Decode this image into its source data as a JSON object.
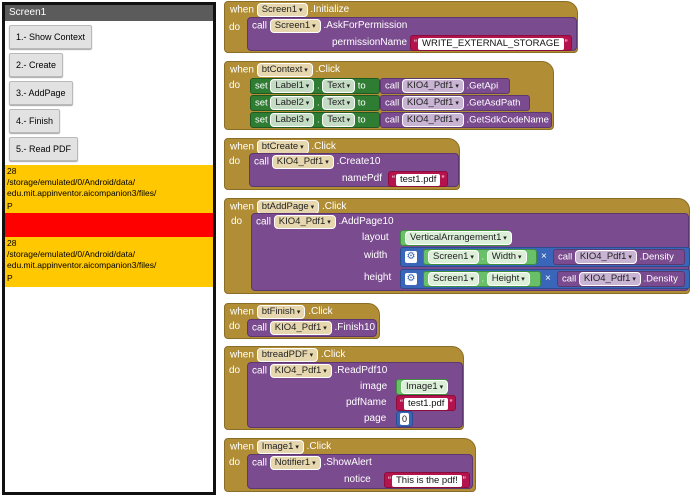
{
  "phone": {
    "screen_title": "Screen1",
    "buttons": [
      "1.- Show Context",
      "2.- Create",
      "3.- AddPage",
      "4.- Finish",
      "5.- Read PDF"
    ],
    "label1_lines": [
      "28",
      "/storage/emulated/0/Android/data/",
      "edu.mit.appinventor.aicompanion3/files/",
      "P"
    ],
    "label2_lines": [
      "28",
      "/storage/emulated/0/Android/data/",
      "edu.mit.appinventor.aicompanion3/files/",
      "P"
    ]
  },
  "kw": {
    "when": "when",
    "do": "do",
    "call": "call",
    "set": "set",
    "to": "to"
  },
  "blocks": {
    "b1": {
      "component": "Screen1",
      "event": ".Initialize",
      "call_component": "Screen1",
      "method": ".AskForPermission",
      "param": "permissionName",
      "value": "WRITE_EXTERNAL_STORAGE"
    },
    "b2": {
      "component": "btContext",
      "event": ".Click",
      "rows": [
        {
          "label": "Label1",
          "prop": "Text",
          "comp": "KIO4_Pdf1",
          "method": ".GetApi"
        },
        {
          "label": "Label2",
          "prop": "Text",
          "comp": "KIO4_Pdf1",
          "method": ".GetAsdPath"
        },
        {
          "label": "Label3",
          "prop": "Text",
          "comp": "KIO4_Pdf1",
          "method": ".GetSdkCodeName"
        }
      ]
    },
    "b3": {
      "component": "btCreate",
      "event": ".Click",
      "call_component": "KIO4_Pdf1",
      "method": ".Create10",
      "param": "namePdf",
      "value": "test1.pdf"
    },
    "b4": {
      "component": "btAddPage",
      "event": ".Click",
      "call_component": "KIO4_Pdf1",
      "method": ".AddPage10",
      "param_layout": "layout",
      "layout_value": "VerticalArrangement1",
      "param_width": "width",
      "width_comp": "Screen1",
      "width_prop": "Width",
      "density_comp": "KIO4_Pdf1",
      "density_method": ".Density",
      "param_height": "height",
      "height_comp": "Screen1",
      "height_prop": "Height",
      "times": "×"
    },
    "b5": {
      "component": "btFinish",
      "event": ".Click",
      "call_component": "KIO4_Pdf1",
      "method": ".Finish10"
    },
    "b6": {
      "component": "btreadPDF",
      "event": ".Click",
      "call_component": "KIO4_Pdf1",
      "method": ".ReadPdf10",
      "param_image": "image",
      "image_value": "Image1",
      "param_name": "pdfName",
      "name_value": "test1.pdf",
      "param_page": "page",
      "page_value": "0"
    },
    "b7": {
      "component": "Image1",
      "event": ".Click",
      "call_component": "Notifier1",
      "method": ".ShowAlert",
      "param": "notice",
      "value": "This is the pdf!"
    }
  },
  "colors": {
    "event": "#b18e35",
    "procedure": "#7a4b8e",
    "component": "#2e7d32",
    "string": "#b5134e",
    "math": "#3966b8",
    "label_bg": "#ffc800",
    "red_bar": "#ff0000"
  }
}
